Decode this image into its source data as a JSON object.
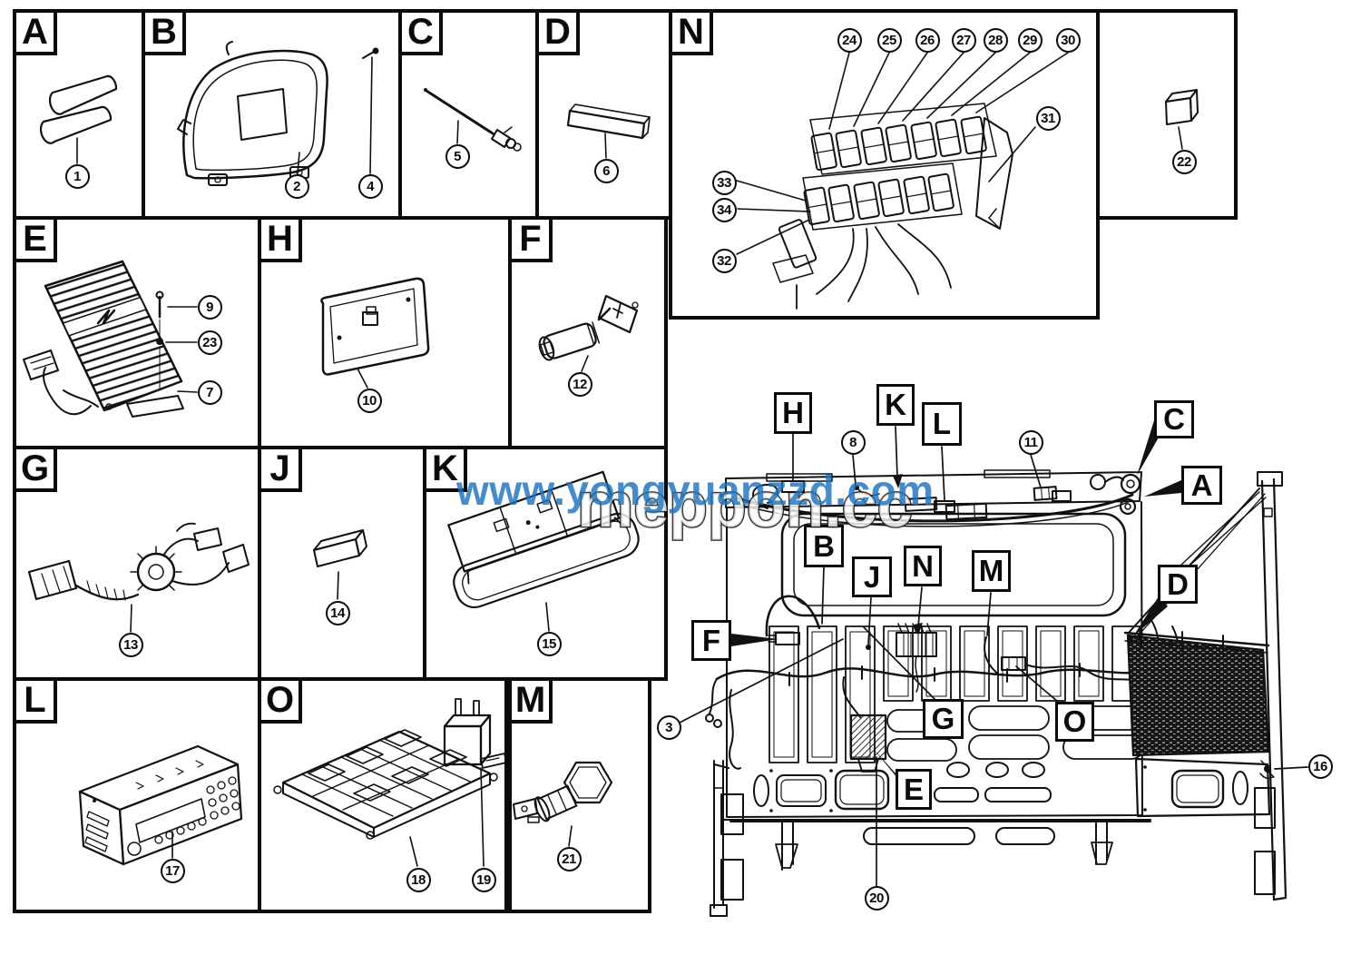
{
  "watermark": {
    "blue_text": "www.yongyuanzzd.com",
    "blue_color": "#1d73c2",
    "outline_text": "meppon.cc"
  },
  "sections": [
    {
      "letter": "A",
      "parts": [
        {
          "num": "1"
        }
      ]
    },
    {
      "letter": "B",
      "parts": [
        {
          "num": "2"
        },
        {
          "num": "4"
        }
      ]
    },
    {
      "letter": "C",
      "parts": [
        {
          "num": "5"
        }
      ]
    },
    {
      "letter": "D",
      "parts": [
        {
          "num": "6"
        }
      ]
    },
    {
      "letter": "N",
      "parts": [
        {
          "num": "24"
        },
        {
          "num": "25"
        },
        {
          "num": "26"
        },
        {
          "num": "27"
        },
        {
          "num": "28"
        },
        {
          "num": "29"
        },
        {
          "num": "30"
        },
        {
          "num": "31"
        },
        {
          "num": "33"
        },
        {
          "num": "34"
        },
        {
          "num": "32"
        }
      ]
    },
    {
      "letter": "",
      "parts": [
        {
          "num": "22"
        }
      ]
    },
    {
      "letter": "E",
      "parts": [
        {
          "num": "9"
        },
        {
          "num": "23"
        },
        {
          "num": "7"
        }
      ]
    },
    {
      "letter": "H",
      "parts": [
        {
          "num": "10"
        }
      ]
    },
    {
      "letter": "F",
      "parts": [
        {
          "num": "12"
        }
      ]
    },
    {
      "letter": "G",
      "parts": [
        {
          "num": "13"
        }
      ]
    },
    {
      "letter": "J",
      "parts": [
        {
          "num": "14"
        }
      ]
    },
    {
      "letter": "K",
      "parts": [
        {
          "num": "15"
        }
      ]
    },
    {
      "letter": "L",
      "parts": [
        {
          "num": "17"
        }
      ]
    },
    {
      "letter": "O",
      "parts": [
        {
          "num": "18"
        },
        {
          "num": "19"
        }
      ]
    },
    {
      "letter": "M",
      "parts": [
        {
          "num": "21"
        }
      ]
    }
  ],
  "truck": {
    "labels": [
      {
        "letter": "H"
      },
      {
        "letter": "K"
      },
      {
        "letter": "L"
      },
      {
        "letter": "C"
      },
      {
        "letter": "A"
      },
      {
        "letter": "B"
      },
      {
        "letter": "J"
      },
      {
        "letter": "N"
      },
      {
        "letter": "M"
      },
      {
        "letter": "F"
      },
      {
        "letter": "G"
      },
      {
        "letter": "O"
      },
      {
        "letter": "E"
      },
      {
        "letter": "D"
      }
    ],
    "callouts": [
      {
        "num": "8"
      },
      {
        "num": "11"
      },
      {
        "num": "3"
      },
      {
        "num": "20"
      },
      {
        "num": "16"
      }
    ]
  }
}
